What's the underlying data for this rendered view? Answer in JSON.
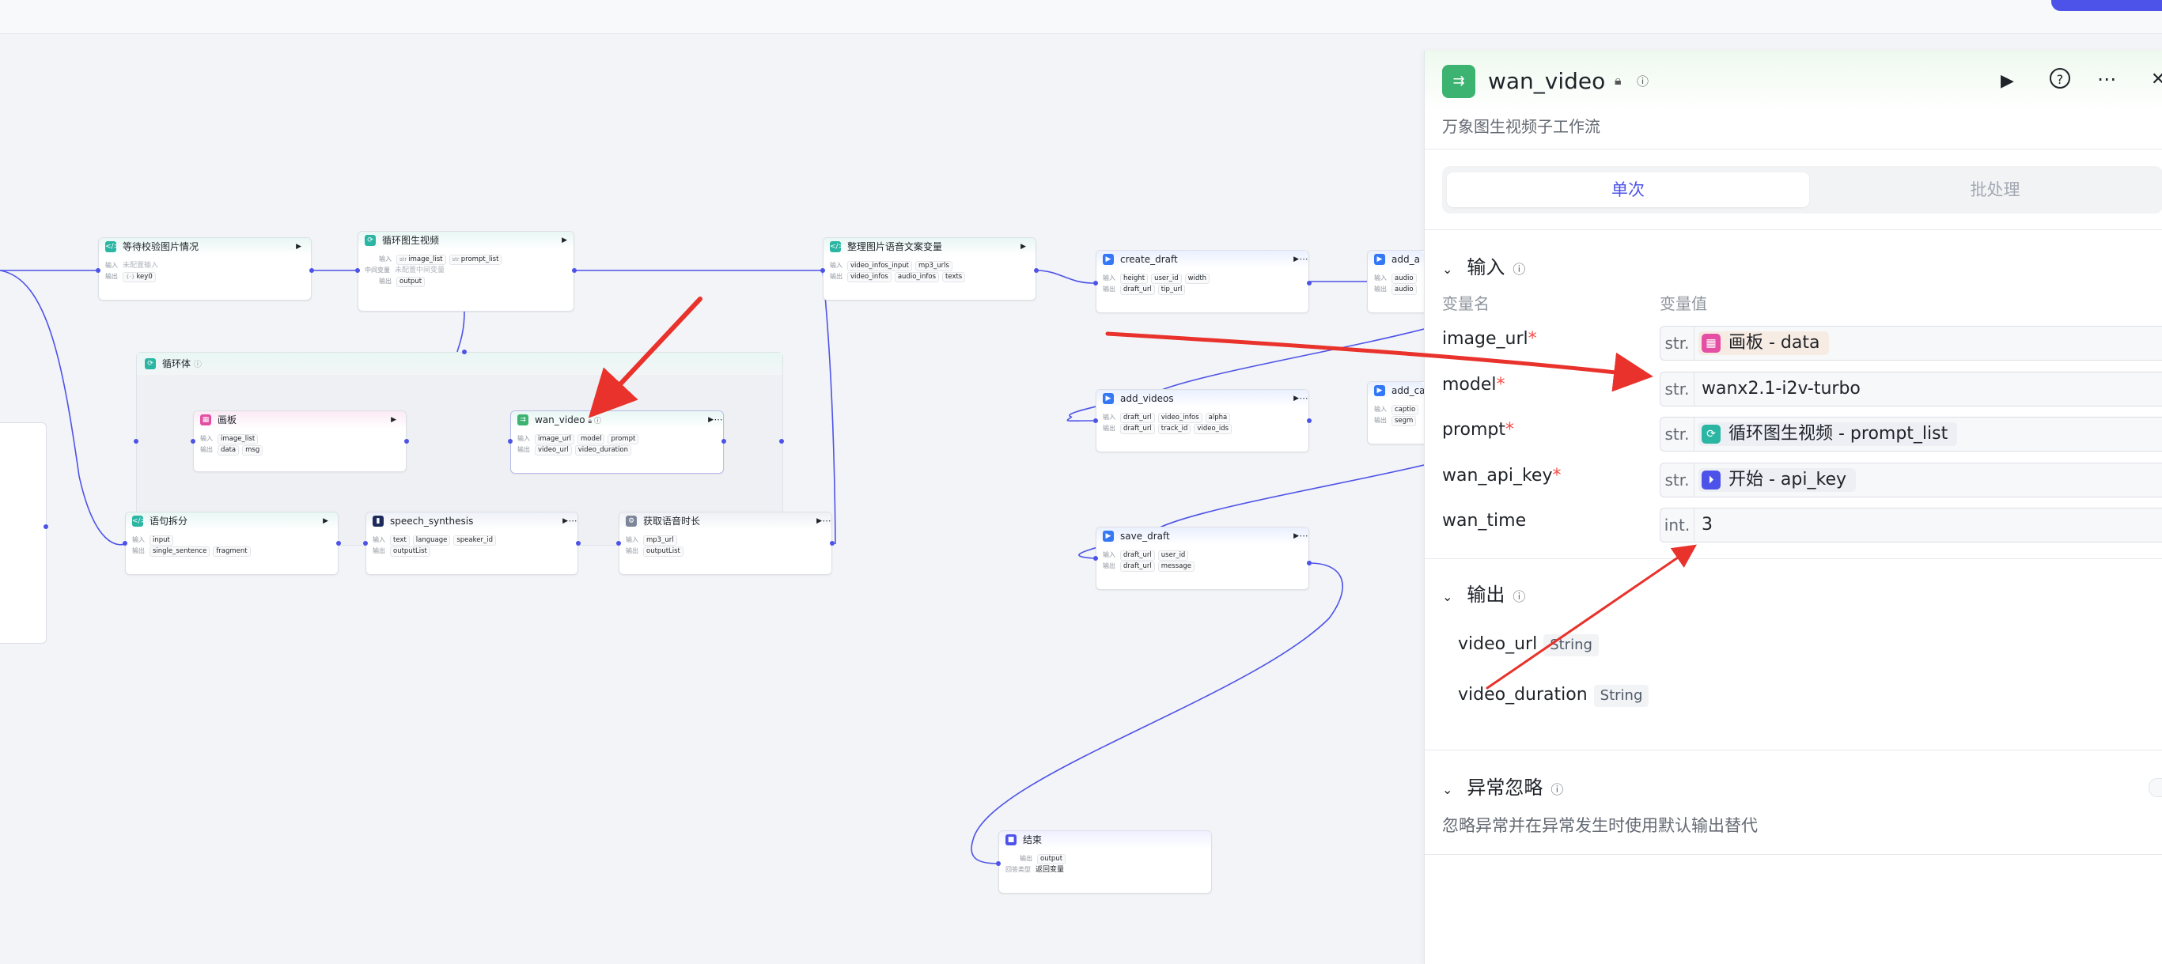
{
  "canvas": {
    "nodes": {
      "wait_check": {
        "title": "等待校验图片情况",
        "in_label": "输入",
        "in_value": "未配置输入",
        "out_label": "输出",
        "out_type": "{-}",
        "out_var": "key0"
      },
      "loop_gen": {
        "title": "循环图生视频",
        "in_label": "输入",
        "in_vars": [
          "image_list",
          "prompt_list"
        ],
        "in_types": [
          "str",
          "str"
        ],
        "mid_label": "中间变量",
        "mid_value": "未配置中间变量",
        "out_label": "输出",
        "out_var": "output"
      },
      "loop_body": {
        "title": "循环体"
      },
      "board": {
        "title": "画板",
        "in_label": "输入",
        "in_var": "image_list",
        "out_label": "输出",
        "out_vars": [
          "data",
          "msg"
        ]
      },
      "wan_video": {
        "title": "wan_video",
        "in_label": "输入",
        "in_vars": [
          "image_url",
          "model",
          "prompt"
        ],
        "out_label": "输出",
        "out_vars": [
          "video_url",
          "video_duration"
        ]
      },
      "organize": {
        "title": "整理图片语音文案变量",
        "in_label": "输入",
        "in_vars": [
          "video_infos_input",
          "mp3_urls"
        ],
        "out_label": "输出",
        "out_vars": [
          "video_infos",
          "audio_infos",
          "texts"
        ]
      },
      "create_draft": {
        "title": "create_draft",
        "in_label": "输入",
        "in_vars": [
          "height",
          "user_id",
          "width"
        ],
        "out_label": "输出",
        "out_vars": [
          "draft_url",
          "tip_url"
        ]
      },
      "add_a": {
        "title": "add_a",
        "in_label": "输入",
        "in_vars": [
          "audio"
        ],
        "out_label": "输出",
        "out_vars": [
          "audio"
        ]
      },
      "add_videos": {
        "title": "add_videos",
        "in_label": "输入",
        "in_vars": [
          "draft_url",
          "video_infos",
          "alpha"
        ],
        "out_label": "输出",
        "out_vars": [
          "draft_url",
          "track_id",
          "video_ids"
        ]
      },
      "add_c": {
        "title": "add_ca",
        "in_label": "输入",
        "in_vars": [
          "captio"
        ],
        "out_label": "输出",
        "out_vars": [
          "segm"
        ]
      },
      "sentence_split": {
        "title": "语句拆分",
        "in_label": "输入",
        "in_var": "input",
        "out_label": "输出",
        "out_vars": [
          "single_sentence",
          "fragment"
        ]
      },
      "speech": {
        "title": "speech_synthesis",
        "in_label": "输入",
        "in_vars": [
          "text",
          "language",
          "speaker_id"
        ],
        "out_label": "输出",
        "out_var": "outputList"
      },
      "voice_len": {
        "title": "获取语音时长",
        "in_label": "输入",
        "in_var": "mp3_url",
        "out_label": "输出",
        "out_var": "outputList"
      },
      "save_draft": {
        "title": "save_draft",
        "in_label": "输入",
        "in_vars": [
          "draft_url",
          "user_id"
        ],
        "out_label": "输出",
        "out_vars": [
          "draft_url",
          "message"
        ]
      },
      "end": {
        "title": "结束",
        "out_label": "输出",
        "out_var": "output",
        "mode_label": "回答类型",
        "mode_value": "返回变量"
      }
    }
  },
  "panel": {
    "title": "wan_video",
    "subtitle": "万象图生视频子工作流",
    "tabs": [
      "单次",
      "批处理"
    ],
    "inputs_title": "输入",
    "col_name": "变量名",
    "col_value": "变量值",
    "inputs": [
      {
        "name": "image_url",
        "required": true,
        "type": "str.",
        "ref_icon": "canvas-icon",
        "ref_color": "#e54fa3",
        "ref_bg": "#f7ece3",
        "value": "画板 - data"
      },
      {
        "name": "model",
        "required": true,
        "type": "str.",
        "value": "wanx2.1-i2v-turbo"
      },
      {
        "name": "prompt",
        "required": true,
        "type": "str.",
        "ref_icon": "loop-icon",
        "ref_color": "#2bb6a3",
        "ref_bg": "#edeff5",
        "value": "循环图生视频 - prompt_list"
      },
      {
        "name": "wan_api_key",
        "required": true,
        "type": "str.",
        "ref_icon": "start-icon",
        "ref_color": "#4d53e8",
        "ref_bg": "#edeff5",
        "value": "开始 - api_key"
      },
      {
        "name": "wan_time",
        "required": false,
        "type": "int.",
        "value": "3"
      }
    ],
    "outputs_title": "输出",
    "outputs": [
      {
        "name": "video_url",
        "type": "String"
      },
      {
        "name": "video_duration",
        "type": "String"
      }
    ],
    "exception_title": "异常忽略",
    "exception_desc": "忽略异常并在异常发生时使用默认输出替代"
  },
  "colors": {
    "accent": "#4d53e8",
    "annotation": "#e8322b",
    "wire": "#4d53e8"
  }
}
